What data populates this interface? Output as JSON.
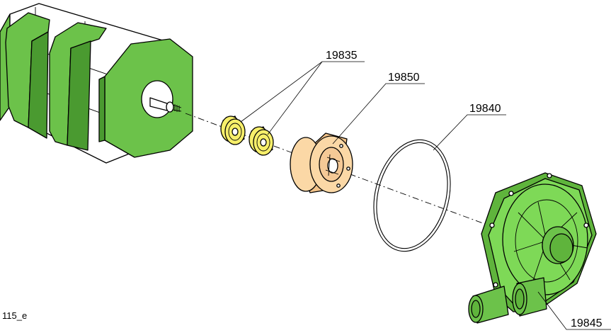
{
  "diagram": {
    "reference_code": "115_e",
    "parts": [
      {
        "id": "bearing",
        "label": "19835"
      },
      {
        "id": "bearing-housing",
        "label": "19850"
      },
      {
        "id": "o-ring",
        "label": "19840"
      },
      {
        "id": "pump-cover",
        "label": "19845"
      }
    ]
  },
  "colors": {
    "motor_green": "#6cc24a",
    "pump_green": "#7ed957",
    "bearing_yellow": "#f7ef6a",
    "housing_peach": "#fbd8a6",
    "outline": "#000000"
  }
}
